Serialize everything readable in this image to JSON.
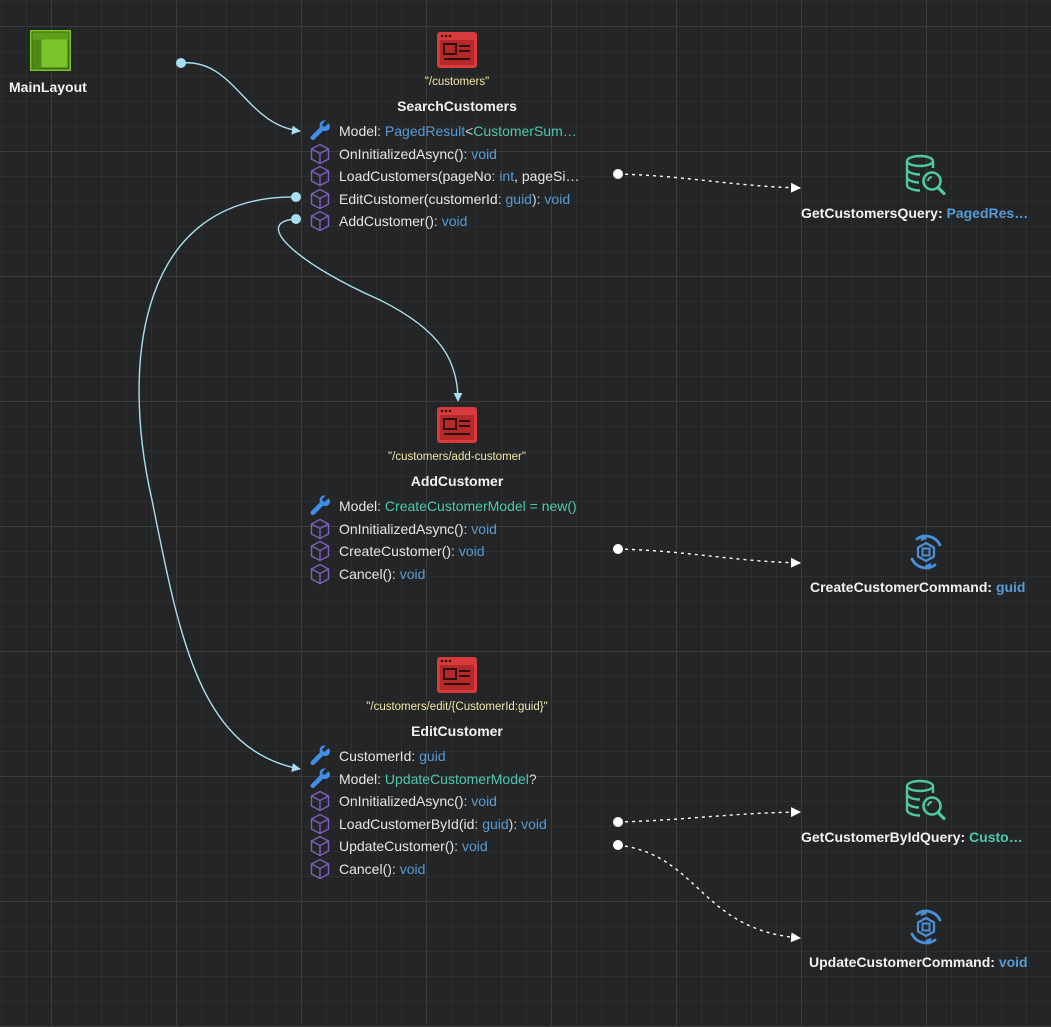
{
  "layout_node": {
    "name": "MainLayout"
  },
  "components": [
    {
      "id": "search",
      "route": "\"/customers\"",
      "name": "SearchCustomers",
      "members": [
        {
          "kind": "property",
          "name": "Model",
          "sep": ": ",
          "type_a": "PagedResult",
          "lt": "<",
          "type_b": "CustomerSum…"
        },
        {
          "kind": "method",
          "name": "OnInitializedAsync()",
          "sep": ": ",
          "ret": "void"
        },
        {
          "kind": "method",
          "name": "LoadCustomers(pageNo",
          "sep": ": ",
          "ret": "int",
          "rest": ", pageSi…"
        },
        {
          "kind": "method",
          "name": "EditCustomer(customerId",
          "sep": ": ",
          "ret": "guid",
          "rest": "): ",
          "ret2": "void"
        },
        {
          "kind": "method",
          "name": "AddCustomer()",
          "sep": ": ",
          "ret": "void"
        }
      ]
    },
    {
      "id": "add",
      "route": "\"/customers/add-customer\"",
      "name": "AddCustomer",
      "members": [
        {
          "kind": "property",
          "name": "Model",
          "sep": ": ",
          "type_a": "CreateCustomerModel = new()"
        },
        {
          "kind": "method",
          "name": "OnInitializedAsync()",
          "sep": ": ",
          "ret": "void"
        },
        {
          "kind": "method",
          "name": "CreateCustomer()",
          "sep": ": ",
          "ret": "void"
        },
        {
          "kind": "method",
          "name": "Cancel()",
          "sep": ": ",
          "ret": "void"
        }
      ]
    },
    {
      "id": "edit",
      "route": "\"/customers/edit/{CustomerId:guid}\"",
      "name": "EditCustomer",
      "members": [
        {
          "kind": "property",
          "name": "CustomerId",
          "sep": ": ",
          "ret": "guid"
        },
        {
          "kind": "property",
          "name": "Model",
          "sep": ": ",
          "type_a": "UpdateCustomerModel",
          "rest": "?"
        },
        {
          "kind": "method",
          "name": "OnInitializedAsync()",
          "sep": ": ",
          "ret": "void"
        },
        {
          "kind": "method",
          "name": "LoadCustomerById(id",
          "sep": ": ",
          "ret": "guid",
          "rest": "): ",
          "ret2": "void"
        },
        {
          "kind": "method",
          "name": "UpdateCustomer()",
          "sep": ": ",
          "ret": "void"
        },
        {
          "kind": "method",
          "name": "Cancel()",
          "sep": ": ",
          "ret": "void"
        }
      ]
    }
  ],
  "handlers": [
    {
      "id": "q1",
      "kind": "query",
      "name": "GetCustomersQuery",
      "sep": ": ",
      "ret": "PagedRes…",
      "ret_color": "blue"
    },
    {
      "id": "c1",
      "kind": "command",
      "name": "CreateCustomerCommand",
      "sep": ": ",
      "ret": "guid",
      "ret_color": "blue"
    },
    {
      "id": "q2",
      "kind": "query",
      "name": "GetCustomerByIdQuery",
      "sep": ": ",
      "ret": "Custo…",
      "ret_color": "teal"
    },
    {
      "id": "c2",
      "kind": "command",
      "name": "UpdateCustomerCommand",
      "sep": ": ",
      "ret": "void",
      "ret_color": "blue"
    }
  ],
  "colors": {
    "background": "#242526",
    "layout_icon": "#7cc42a",
    "page_icon": "#d83b3b",
    "wrench_icon": "#3f8fe8",
    "cube_icon": "#7f5fbf",
    "query_icon": "#4ec9a0",
    "command_icon": "#4a90d9",
    "navigation_edge": "#a8dff0",
    "call_edge": "#e6e6e6",
    "primitive_type": "#569cd6",
    "class_type": "#4ec9b0",
    "route_text": "#f3e6a6"
  }
}
